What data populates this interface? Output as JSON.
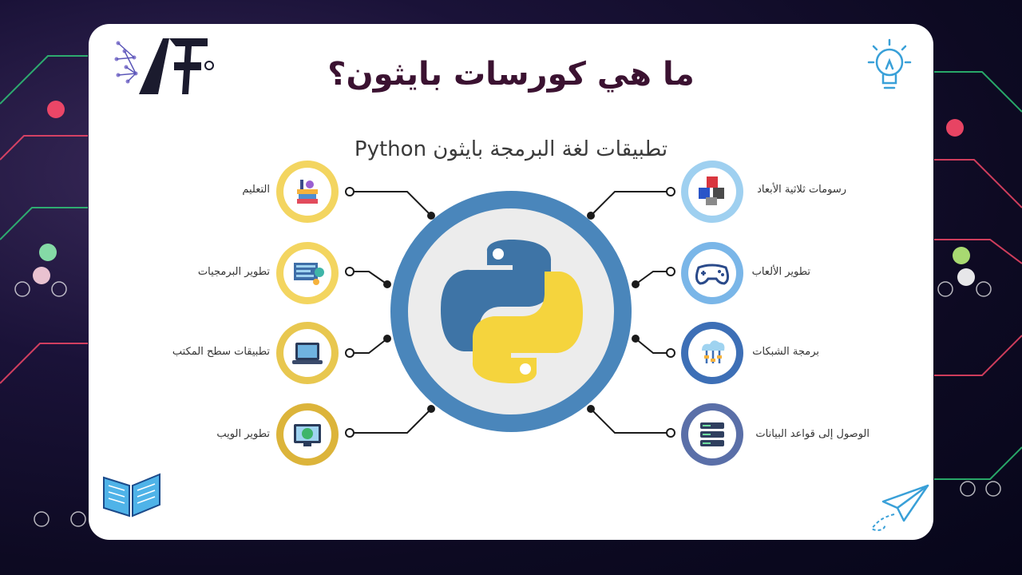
{
  "title": "ما هي كورسات بايثون؟",
  "subtitle": "تطبيقات لغة البرمجة بايثون Python",
  "logo_text": "AF",
  "colors": {
    "title": "#3b1231",
    "python_blue": "#3e74a6",
    "python_yellow": "#f5d43d",
    "left_ring": "#e8c74f",
    "right_ring": "#4f8fd1"
  },
  "left_items": [
    {
      "label": "التعليم",
      "icon": "books-icon"
    },
    {
      "label": "تطوير البرمجيات",
      "icon": "software-icon"
    },
    {
      "label": "تطبيقات سطح المكتب",
      "icon": "laptop-icon"
    },
    {
      "label": "تطوير الويب",
      "icon": "web-globe-icon"
    }
  ],
  "right_items": [
    {
      "label": "رسومات ثلاثية الأبعاد",
      "icon": "3d-cubes-icon"
    },
    {
      "label": "تطوير الألعاب",
      "icon": "gamepad-icon"
    },
    {
      "label": "برمجة الشبكات",
      "icon": "cloud-network-icon"
    },
    {
      "label": "الوصول إلى قواعد البيانات",
      "icon": "database-icon"
    }
  ]
}
